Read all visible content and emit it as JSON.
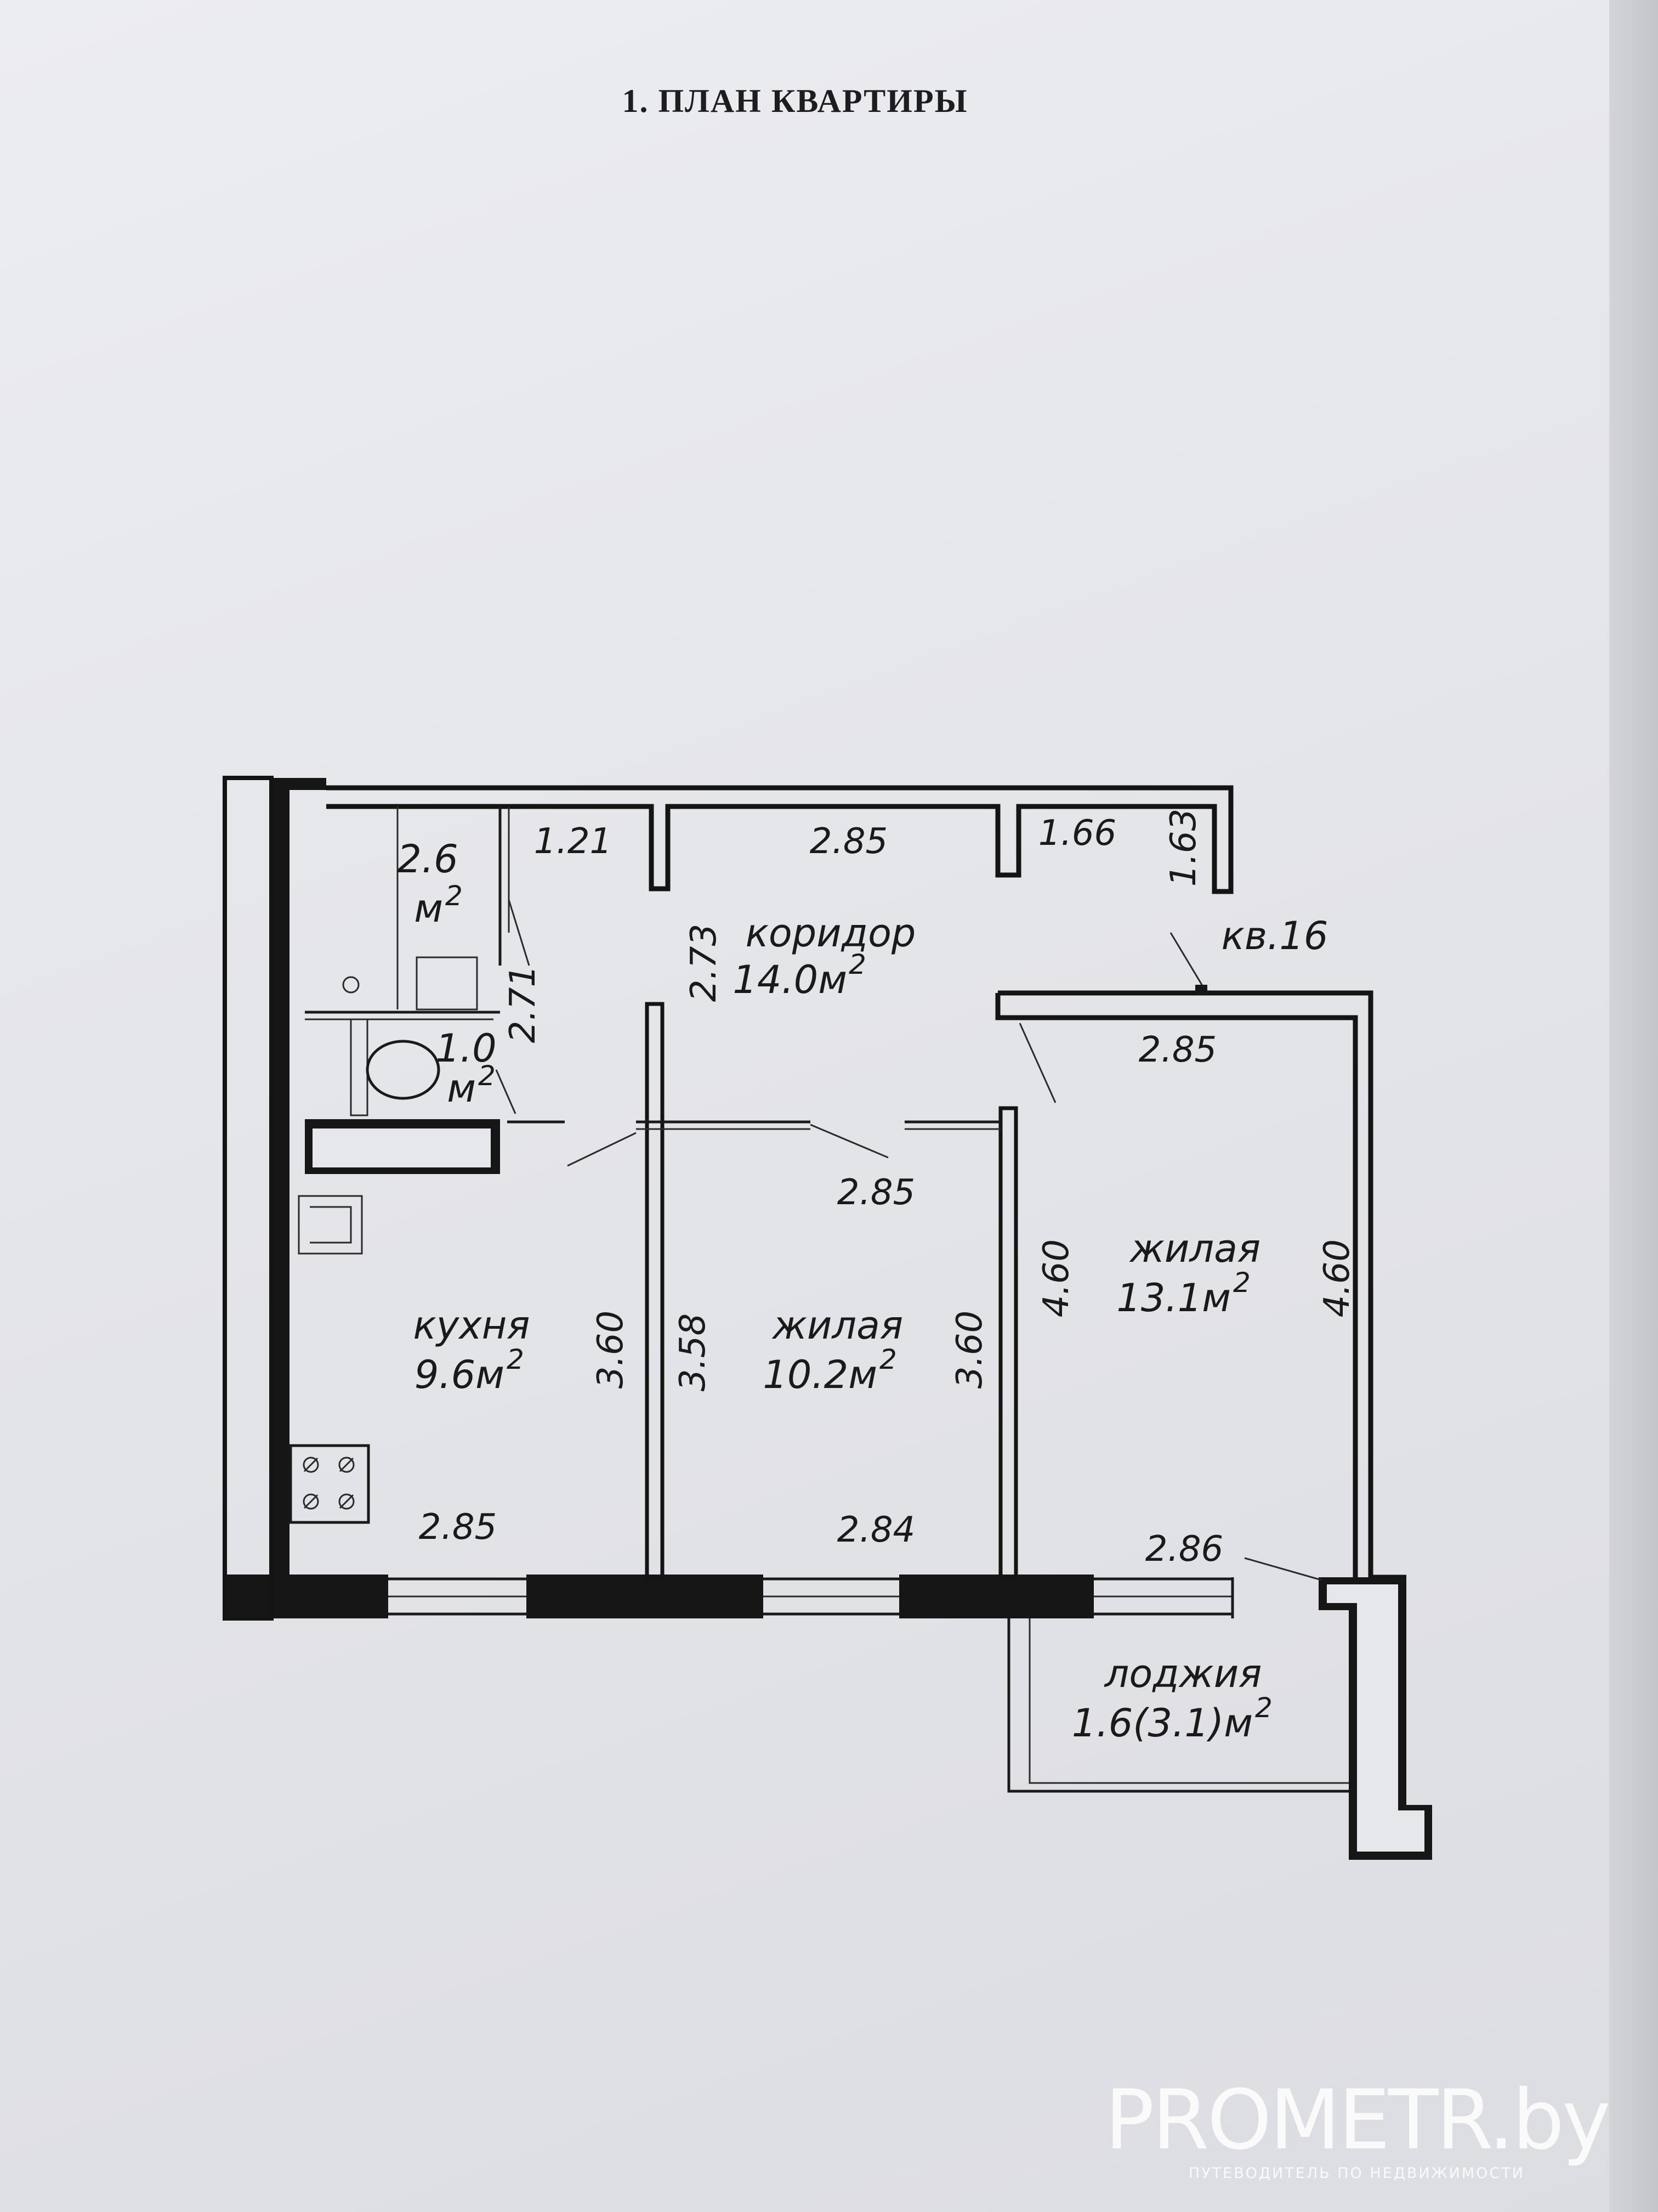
{
  "page": {
    "title": "1. ПЛАН КВАРТИРЫ"
  },
  "plan": {
    "apartment_label": "кв.16",
    "rooms": [
      {
        "id": "storage",
        "area": "2.6",
        "unit": "м",
        "sup": "2"
      },
      {
        "id": "wc",
        "area": "1.0",
        "unit": "м",
        "sup": "2"
      },
      {
        "id": "corridor",
        "name": "коридор",
        "area": "14.0м",
        "sup": "2"
      },
      {
        "id": "kitchen",
        "name": "кухня",
        "area": "9.6м",
        "sup": "2"
      },
      {
        "id": "living_small",
        "name": "жилая",
        "area": "10.2м",
        "sup": "2"
      },
      {
        "id": "living_big",
        "name": "жилая",
        "area": "13.1м",
        "sup": "2"
      },
      {
        "id": "loggia",
        "name": "лоджия",
        "area": "1.6(3.1)м",
        "sup": "2"
      }
    ],
    "dimensions": {
      "top_1": "1.21",
      "top_2": "2.85",
      "top_3": "1.66",
      "top_4": "1.63",
      "bath_vertical": "2.71",
      "corridor_vertical": "2.73",
      "big_room_top": "2.85",
      "middle_room_top": "2.85",
      "big_room_left": "4.60",
      "big_room_right": "4.60",
      "kitchen_right": "3.60",
      "middle_left": "3.58",
      "middle_right": "3.60",
      "kitchen_bottom": "2.85",
      "middle_bottom": "2.84",
      "big_room_bottom": "2.86"
    }
  },
  "watermark": {
    "brand": "PROMETR.by",
    "tagline": "ПУТЕВОДИТЕЛЬ ПО НЕДВИЖИМОСТИ"
  },
  "colors": {
    "paper": "#e6e7ea",
    "ink": "#141414"
  }
}
